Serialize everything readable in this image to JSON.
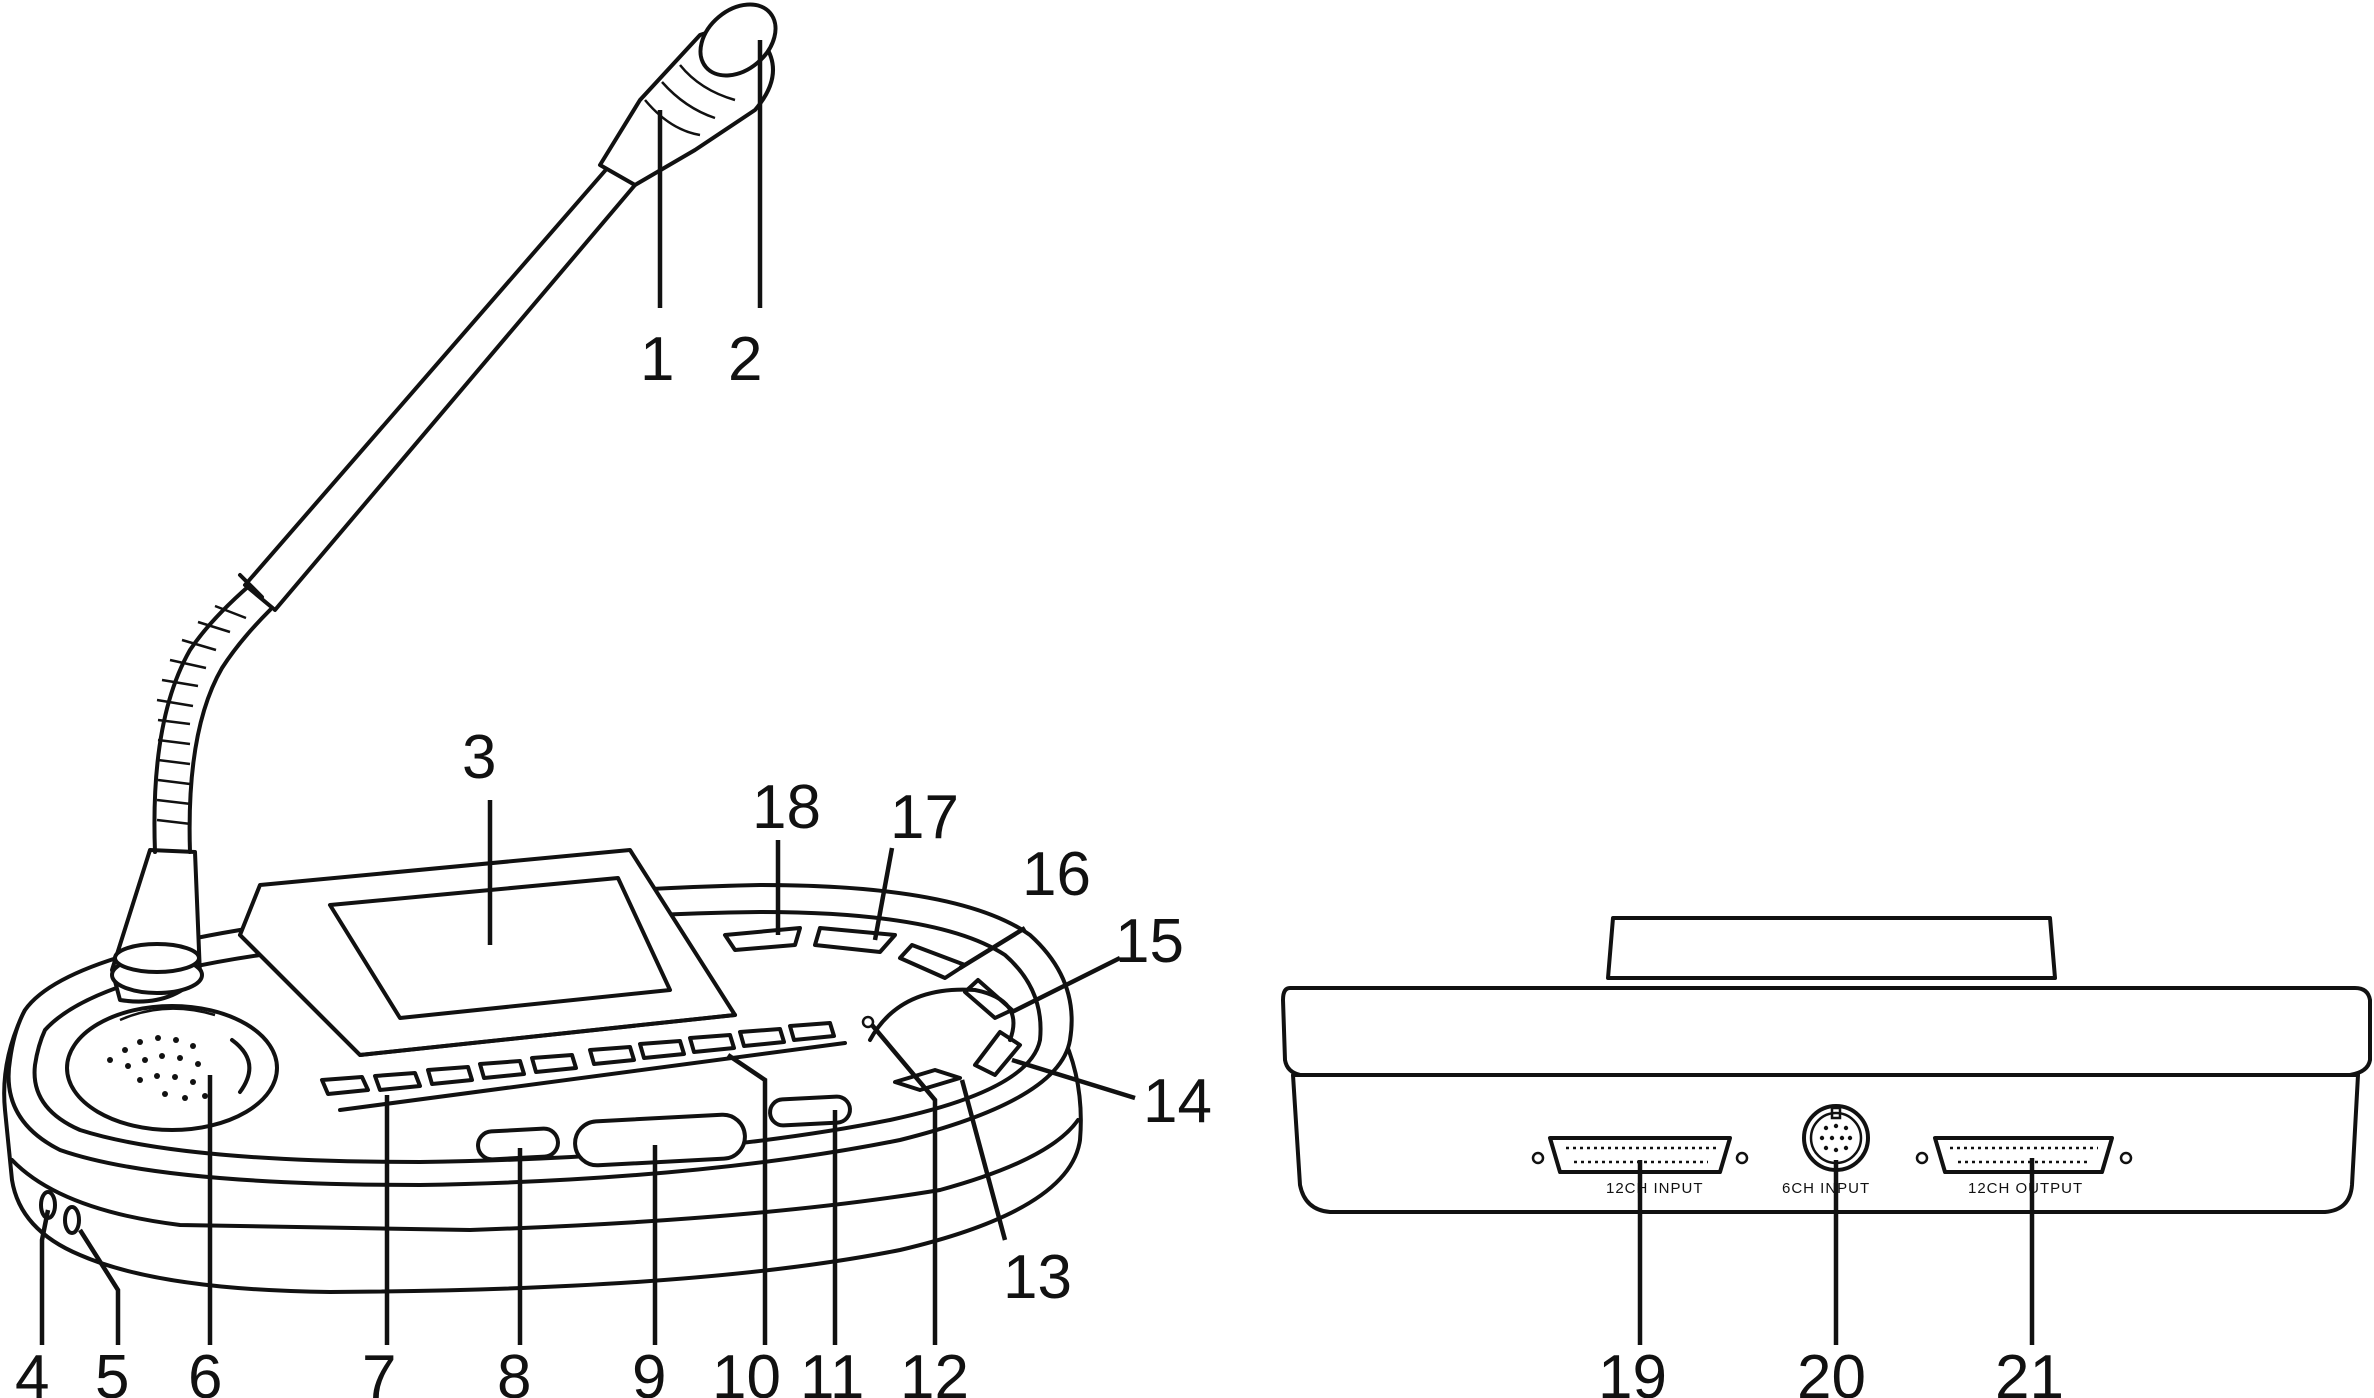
{
  "diagram": {
    "callouts": [
      {
        "id": "c1",
        "label": "1"
      },
      {
        "id": "c2",
        "label": "2"
      },
      {
        "id": "c3",
        "label": "3"
      },
      {
        "id": "c4",
        "label": "4"
      },
      {
        "id": "c5",
        "label": "5"
      },
      {
        "id": "c6",
        "label": "6"
      },
      {
        "id": "c7",
        "label": "7"
      },
      {
        "id": "c8",
        "label": "8"
      },
      {
        "id": "c9",
        "label": "9"
      },
      {
        "id": "c10",
        "label": "10"
      },
      {
        "id": "c11",
        "label": "11"
      },
      {
        "id": "c12",
        "label": "12"
      },
      {
        "id": "c13",
        "label": "13"
      },
      {
        "id": "c14",
        "label": "14"
      },
      {
        "id": "c15",
        "label": "15"
      },
      {
        "id": "c16",
        "label": "16"
      },
      {
        "id": "c17",
        "label": "17"
      },
      {
        "id": "c18",
        "label": "18"
      },
      {
        "id": "c19",
        "label": "19"
      },
      {
        "id": "c20",
        "label": "20"
      },
      {
        "id": "c21",
        "label": "21"
      }
    ],
    "ports": {
      "input12": "12CH  INPUT",
      "input6": "6CH  INPUT",
      "output12": "12CH  OUTPUT"
    }
  }
}
